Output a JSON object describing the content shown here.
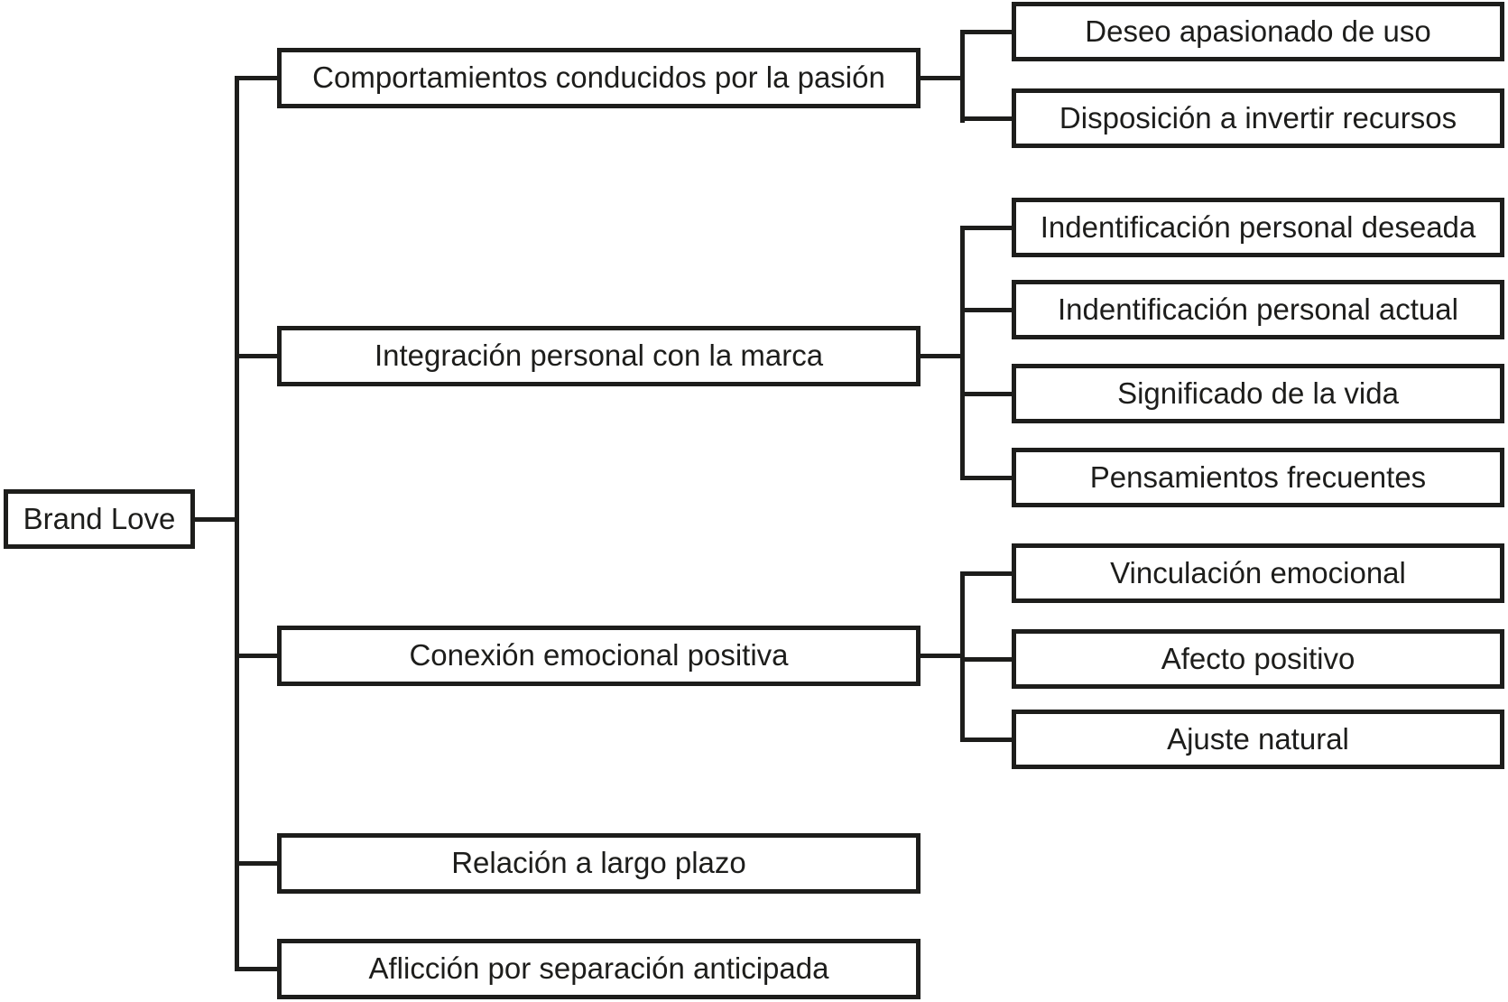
{
  "colors": {
    "line": "#1d1d1b",
    "box_fill": "#ffffff",
    "background": "#ffffff",
    "text": "#1d1d1b"
  },
  "root": {
    "label": "Brand Love"
  },
  "branches": [
    {
      "label": "Comportamientos conducidos por la pasión",
      "children": [
        "Deseo apasionado de uso",
        "Disposición a invertir recursos"
      ]
    },
    {
      "label": "Integración personal con la marca",
      "children": [
        "Indentificación personal deseada",
        "Indentificación personal actual",
        "Significado de la vida",
        "Pensamientos frecuentes"
      ]
    },
    {
      "label": "Conexión emocional positiva",
      "children": [
        "Vinculación emocional",
        "Afecto positivo",
        "Ajuste natural"
      ]
    },
    {
      "label": "Relación a largo plazo",
      "children": []
    },
    {
      "label": "Aflicción por separación anticipada",
      "children": []
    }
  ]
}
